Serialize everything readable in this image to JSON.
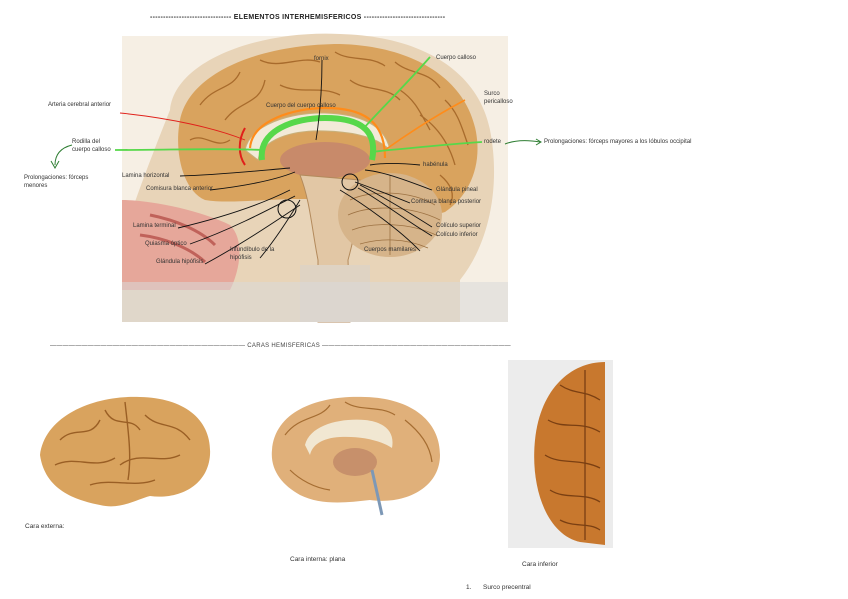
{
  "headings": {
    "interhemispheric": "-------------------------------  ELEMENTOS INTERHEMISFERICOS  -------------------------------",
    "hemispheric": "——————————————————————————————— CARAS HEMISFERICAS ——————————————————————————————"
  },
  "labels": {
    "fornix": "fornix",
    "cuerpo_calloso": "Cuerpo calloso",
    "surco_pericalloso": "Surco pericalloso",
    "arteria_cerebral_anterior": "Arteria cerebral anterior",
    "cuerpo_del_cuerpo_calloso": "Cuerpo del cuerpo calloso",
    "rodilla": "Rodilla del cuerpo calloso",
    "rodete": "rodete",
    "prolongaciones_mayores": "Prolongaciones: fórceps mayores a los lóbulos occipital",
    "prolongaciones_menores": "Prolongaciones: fórceps menores",
    "lamina_horizontal": "Lamina horizontal",
    "comisura_blanca_anterior": "Comisura blanca anterior",
    "habenula": "habénula",
    "glandula_pineal": "Glándula pineal",
    "comisura_blanca_posterior": "Comisura blanca posterior",
    "lamina_terminal": "Lamina terminal",
    "quiasma_optico": "Quiasma óptico",
    "infundibulo": "Infundíbulo de la hipófisis",
    "glandula_hipofisis": "Glándula hipófisis",
    "coliculo_superior": "Colículo superior",
    "coliculo_inferior": "Colículo inferior",
    "cuerpos_mamilares": "Cuerpos mamilares"
  },
  "captions": {
    "cara_externa": "Cara externa:",
    "cara_interna": "Cara interna: plana",
    "cara_inferior": "Cara inferior"
  },
  "list": {
    "item_number": "1.",
    "item_text": "Surco precentral"
  },
  "colors": {
    "green_highlight": "#57d84a",
    "orange_highlight": "#ff8c1a",
    "red_highlight": "#e0201a",
    "brain_tan": "#d9a35e"
  }
}
